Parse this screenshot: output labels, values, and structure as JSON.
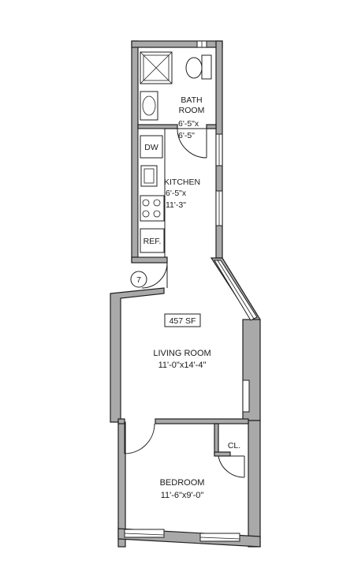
{
  "area_badge": "457 SF",
  "unit_marker": "7",
  "rooms": {
    "bathroom": {
      "name_line1": "BATH",
      "name_line2": "ROOM",
      "dim_line1": "6'-5\"x",
      "dim_line2": "6'-5\""
    },
    "kitchen": {
      "name": "KITCHEN",
      "dim_line1": "6'-5\"x",
      "dim_line2": "11'-3\""
    },
    "living_room": {
      "name": "LIVING ROOM",
      "dims": "11'-0\"x14'-4\""
    },
    "bedroom": {
      "name": "BEDROOM",
      "dims": "11'-6\"x9'-0\""
    },
    "closet": {
      "name": "CL."
    }
  },
  "appliances": {
    "dishwasher": "DW",
    "refrigerator": "REF."
  }
}
